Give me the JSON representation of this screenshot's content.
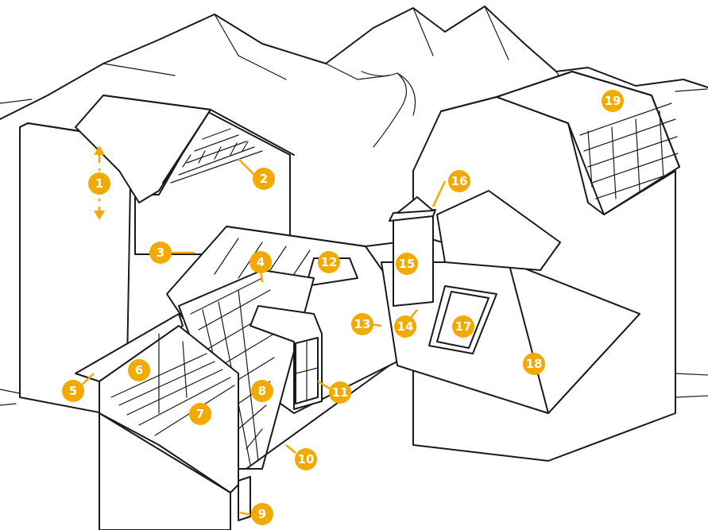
{
  "colors": {
    "accent": "#f2a900",
    "ink": "#1a1a1a",
    "background": "#ffffff"
  },
  "callouts": [
    {
      "label": "1"
    },
    {
      "label": "2"
    },
    {
      "label": "3"
    },
    {
      "label": "4"
    },
    {
      "label": "5"
    },
    {
      "label": "6"
    },
    {
      "label": "7"
    },
    {
      "label": "8"
    },
    {
      "label": "9"
    },
    {
      "label": "10"
    },
    {
      "label": "11"
    },
    {
      "label": "12"
    },
    {
      "label": "13"
    },
    {
      "label": "14"
    },
    {
      "label": "15"
    },
    {
      "label": "16"
    },
    {
      "label": "17"
    },
    {
      "label": "18"
    },
    {
      "label": "19"
    }
  ]
}
